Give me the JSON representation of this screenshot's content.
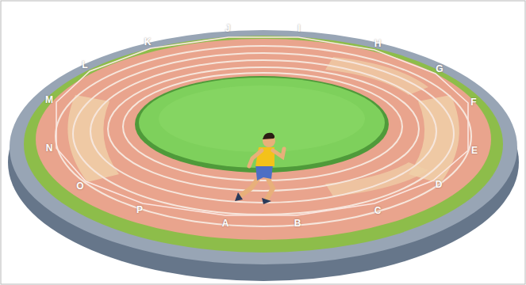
{
  "diagram": {
    "labels": [
      "A",
      "B",
      "C",
      "D",
      "E",
      "F",
      "G",
      "H",
      "I",
      "J",
      "K",
      "L",
      "M",
      "N",
      "O",
      "P"
    ]
  }
}
